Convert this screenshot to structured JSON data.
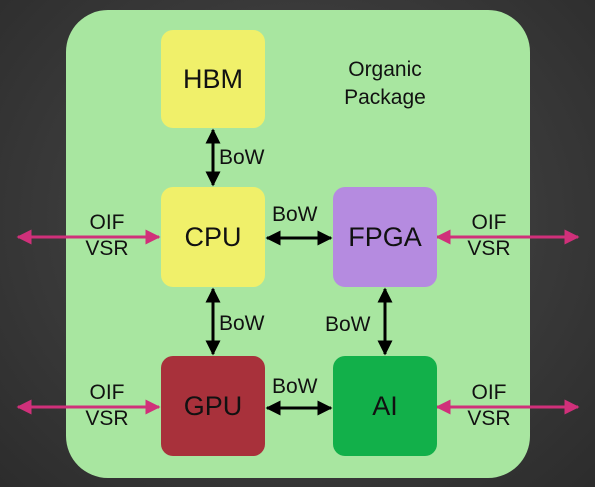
{
  "package": {
    "label_line1": "Organic",
    "label_line2": "Package",
    "fill": "#a8e6a0"
  },
  "chips": {
    "hbm": {
      "label": "HBM",
      "fill": "#f0f06a"
    },
    "cpu": {
      "label": "CPU",
      "fill": "#f0f06a"
    },
    "fpga": {
      "label": "FPGA",
      "fill": "#b58be0"
    },
    "gpu": {
      "label": "GPU",
      "fill": "#a8313b"
    },
    "ai": {
      "label": "AI",
      "fill": "#12b04a"
    }
  },
  "links": {
    "hbm_cpu": "BoW",
    "cpu_fpga": "BoW",
    "cpu_gpu": "BoW",
    "fpga_ai": "BoW",
    "gpu_ai": "BoW"
  },
  "external": {
    "cpu_left": {
      "line1": "OIF",
      "line2": "VSR"
    },
    "fpga_right": {
      "line1": "OIF",
      "line2": "VSR"
    },
    "gpu_left": {
      "line1": "OIF",
      "line2": "VSR"
    },
    "ai_right": {
      "line1": "OIF",
      "line2": "VSR"
    }
  },
  "colors": {
    "internal_arrow": "#000000",
    "external_arrow": "#d0307a"
  }
}
